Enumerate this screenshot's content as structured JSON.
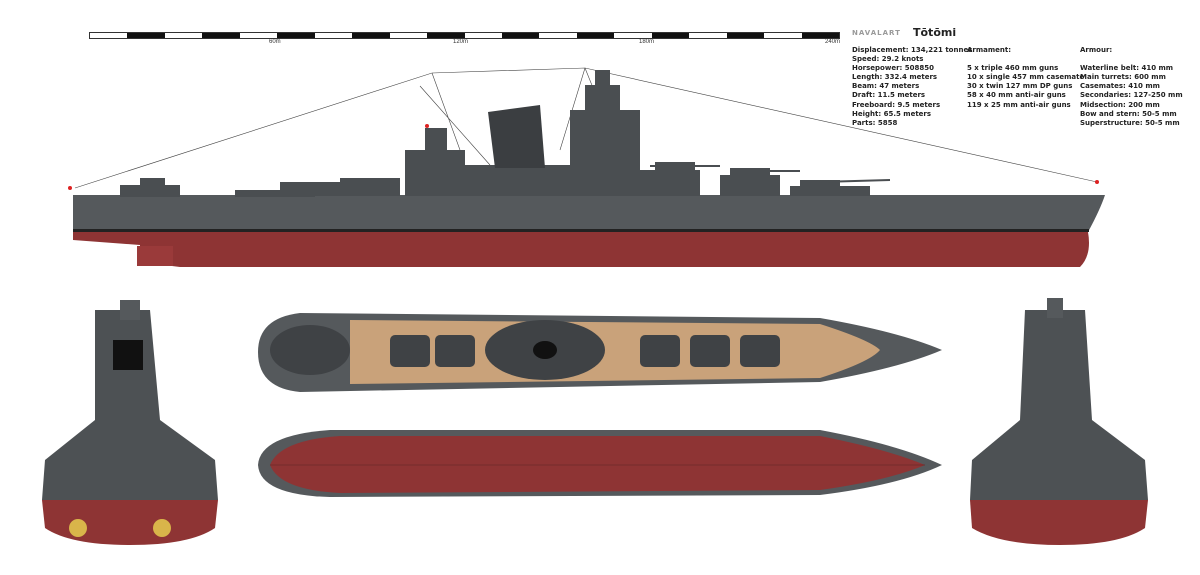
{
  "scale_bar": {
    "segments": 20,
    "labels": [
      "60m",
      "120m",
      "180m",
      "240m"
    ]
  },
  "brand": "NAVALART",
  "title": "Tōtōmi",
  "specs": [
    "Displacement: 134,221 tonnes",
    "Speed: 29.2 knots",
    "Horsepower: 508850",
    "Length: 332.4 meters",
    "Beam: 47 meters",
    "Draft: 11.5 meters",
    "Freeboard: 9.5 meters",
    "Height: 65.5 meters",
    "Parts: 5858"
  ],
  "armament": {
    "heading": "Armament:",
    "items": [
      "5 x triple 460 mm guns",
      "10 x single 457 mm casemate",
      "30 x twin 127 mm DP guns",
      "58 x 40 mm anti-air guns",
      "119 x 25 mm anti-air guns"
    ]
  },
  "armour": {
    "heading": "Armour:",
    "items": [
      "Waterline belt: 410 mm",
      "Main turrets: 600 mm",
      "Casemates: 410 mm",
      "Secondaries: 127-250 mm",
      "Midsection: 200 mm",
      "Bow and stern: 50-5 mm",
      "Superstructure: 50-5 mm"
    ]
  },
  "colors": {
    "hull_grey": "#55595c",
    "hull_red": "#8e3434",
    "deck_wood": "#c9a27a",
    "dark": "#3b3e41",
    "gold": "#d9b54a"
  }
}
